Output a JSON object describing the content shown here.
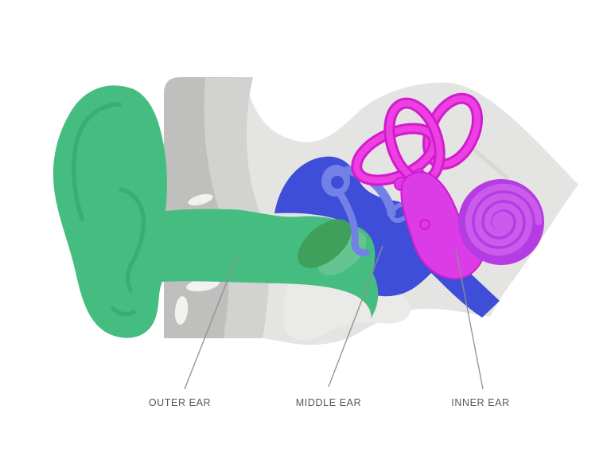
{
  "diagram": {
    "labels": [
      {
        "id": "outer",
        "text": "OUTER EAR"
      },
      {
        "id": "middle",
        "text": "MIDDLE EAR"
      },
      {
        "id": "inner",
        "text": "INNER EAR"
      }
    ]
  },
  "colors": {
    "background": "#ffffff",
    "skin_gray_dark": "#bfbfbe",
    "skin_gray_mid": "#d2d2d1",
    "bone_gray_light": "#e4e4e2",
    "bone_gray_lighter": "#eaeae8",
    "bone_fold": "#d8d8d6",
    "highlight_white": "#f2f2f1",
    "outer_green": "#45bd81",
    "outer_green_fold": "#3aae72",
    "eardrum_green_dark": "#3fa05c",
    "eardrum_green_light": "#66c493",
    "middle_blue": "#3e4ed9",
    "ossicle_blue_light": "#7380e6",
    "inner_magenta": "#ee3fe3",
    "inner_magenta_border": "#d11cce",
    "vestibule_magenta": "#dc3be8",
    "cochlea_purple": "#b53be2",
    "cochlea_spiral": "#ca5bec",
    "label_text": "#58585a",
    "leader_line": "#8f8f8f"
  }
}
